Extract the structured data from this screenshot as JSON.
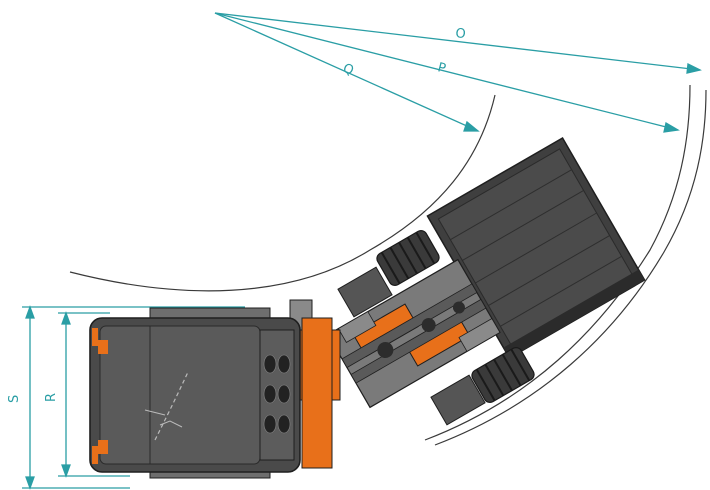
{
  "labels": {
    "o": "O",
    "p": "P",
    "q": "Q",
    "r": "R",
    "s": "S"
  },
  "colors": {
    "dimension": "#2a9ea5",
    "body_dark": "#4a4a4a",
    "body_mid": "#6e6e6e",
    "body_light": "#9a9a9a",
    "accent": "#e8701a",
    "outline": "#1f1f1f",
    "curve": "#3a3a3a"
  }
}
